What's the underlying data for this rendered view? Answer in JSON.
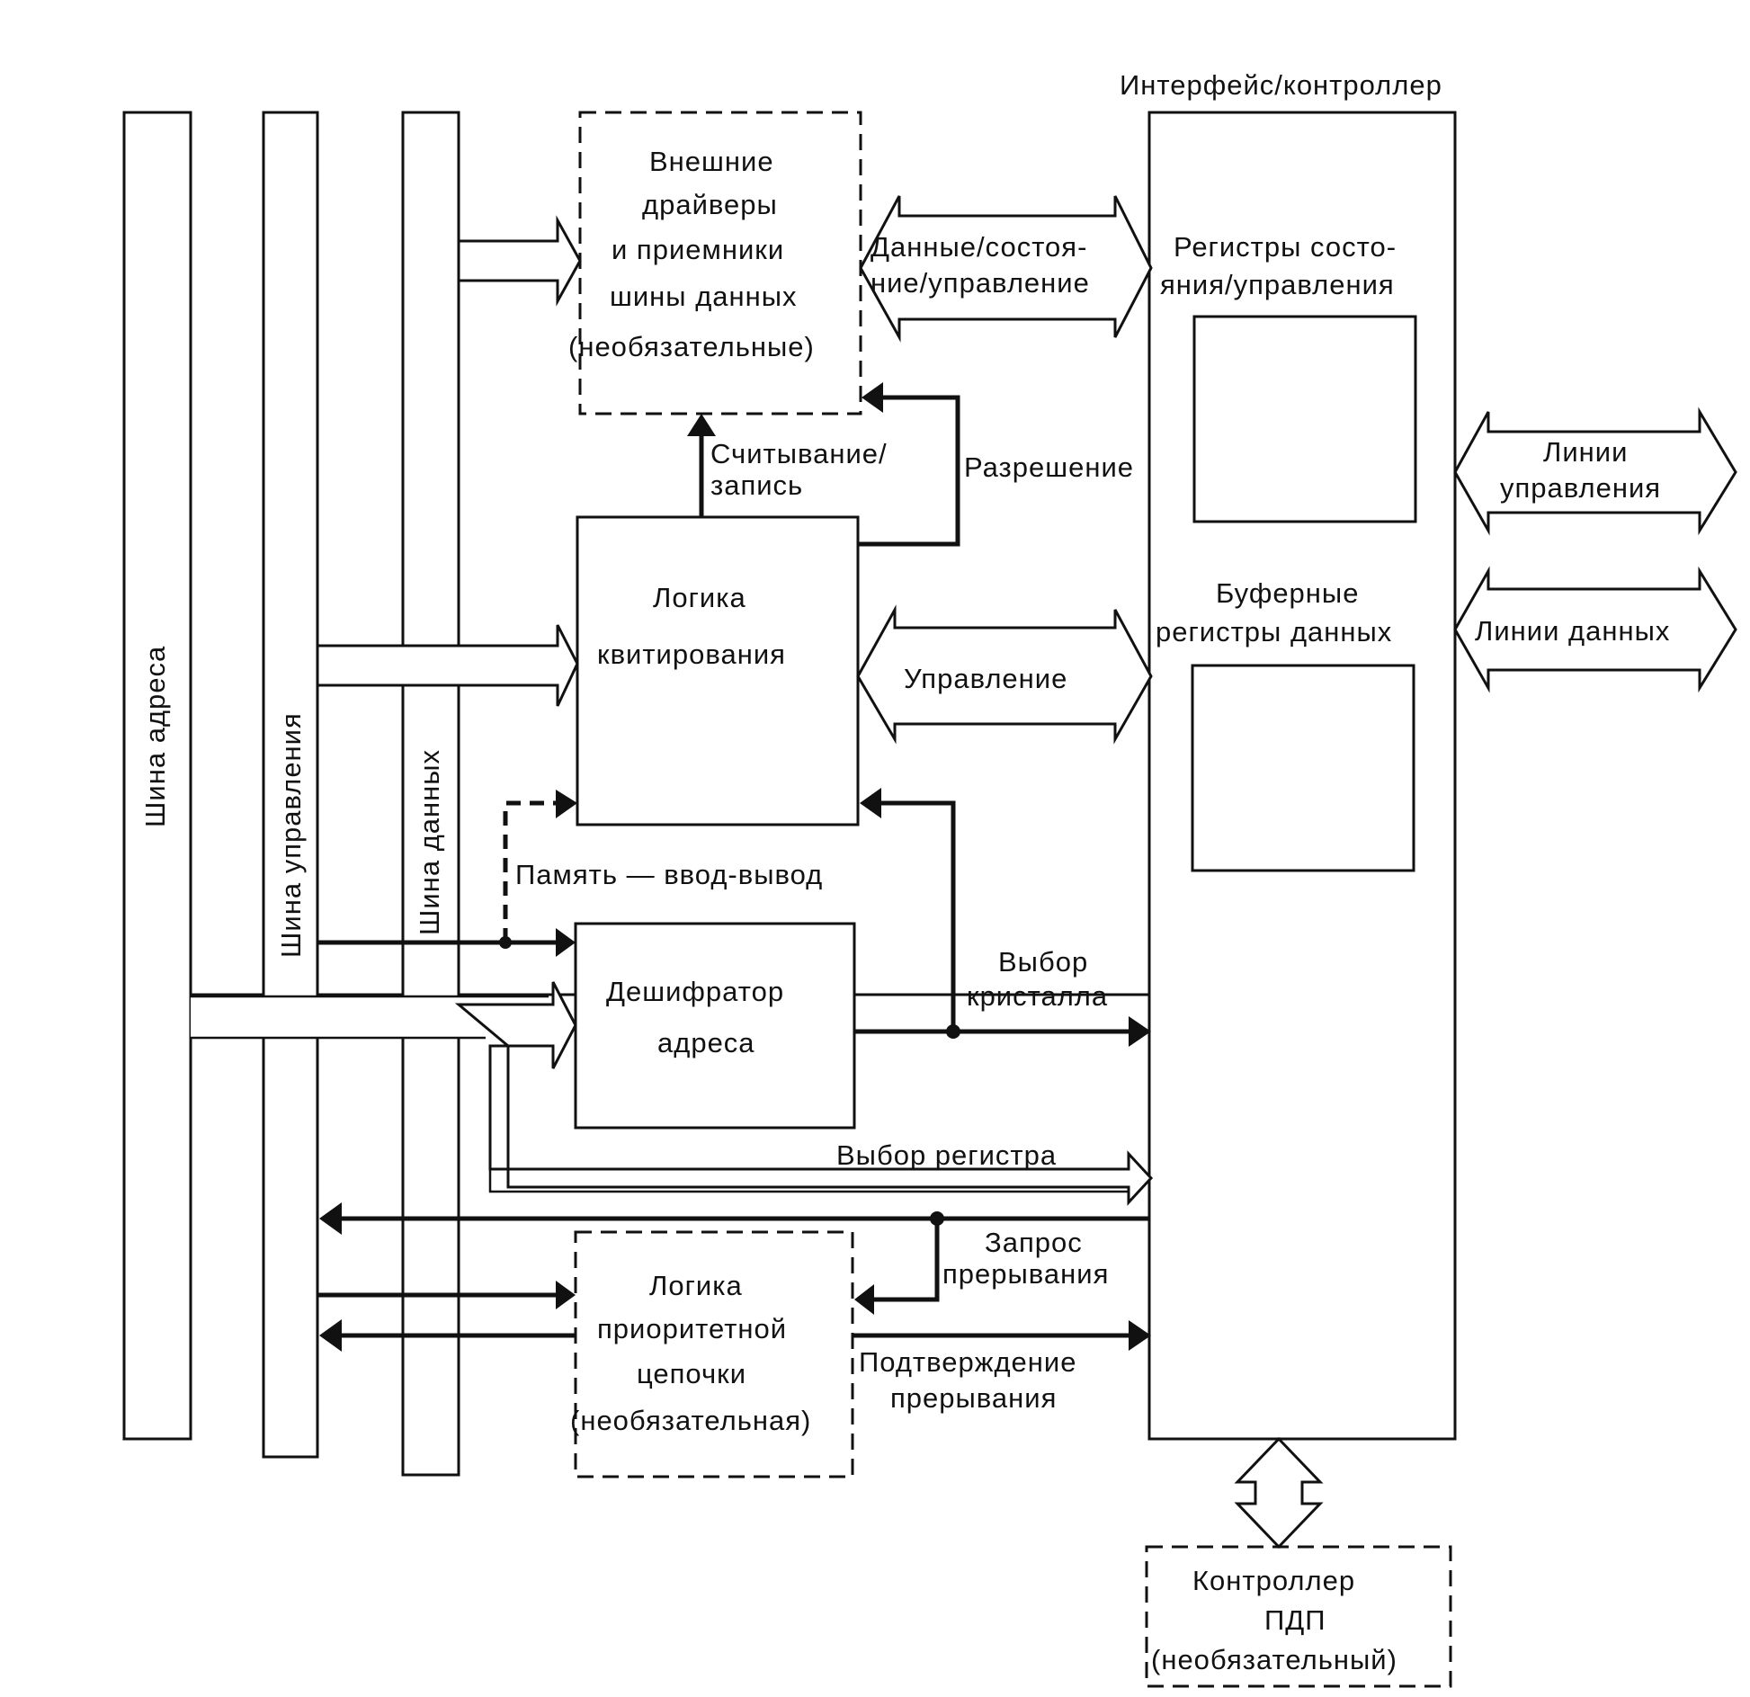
{
  "buses": {
    "address": "Шина адреса",
    "control": "Шина управления",
    "data": "Шина данных"
  },
  "blocks": {
    "drivers": [
      "Внешние",
      "драйверы",
      "и приемники",
      "шины данных",
      "(необязательные)"
    ],
    "handshake": [
      "Логика",
      "квитирования"
    ],
    "decoder": [
      "Дешифратор",
      "адреса"
    ],
    "priority": [
      "Логика",
      "приоритетной",
      "цепочки",
      "(необязательная)"
    ],
    "interface_title": "Интерфейс/контроллер",
    "status_regs": [
      "Регистры состо-",
      "яния/управления"
    ],
    "buffer_regs": [
      "Буферные",
      "регистры данных"
    ],
    "dma": [
      "Контроллер",
      "ПДП",
      "(необязательный)"
    ]
  },
  "signals": {
    "data_status_control": [
      "Данные/состоя-",
      "ние/управление"
    ],
    "read_write": [
      "Считывание/",
      "запись"
    ],
    "enable": "Разрешение",
    "control": "Управление",
    "memory_io": "Память — ввод-вывод",
    "chip_select": [
      "Выбор",
      "кристалла"
    ],
    "register_select": "Выбор регистра",
    "interrupt_request": [
      "Запрос",
      "прерывания"
    ],
    "interrupt_ack": [
      "Подтверждение",
      "прерывания"
    ],
    "control_lines": [
      "Линии",
      "управления"
    ],
    "data_lines": "Линии данных"
  }
}
